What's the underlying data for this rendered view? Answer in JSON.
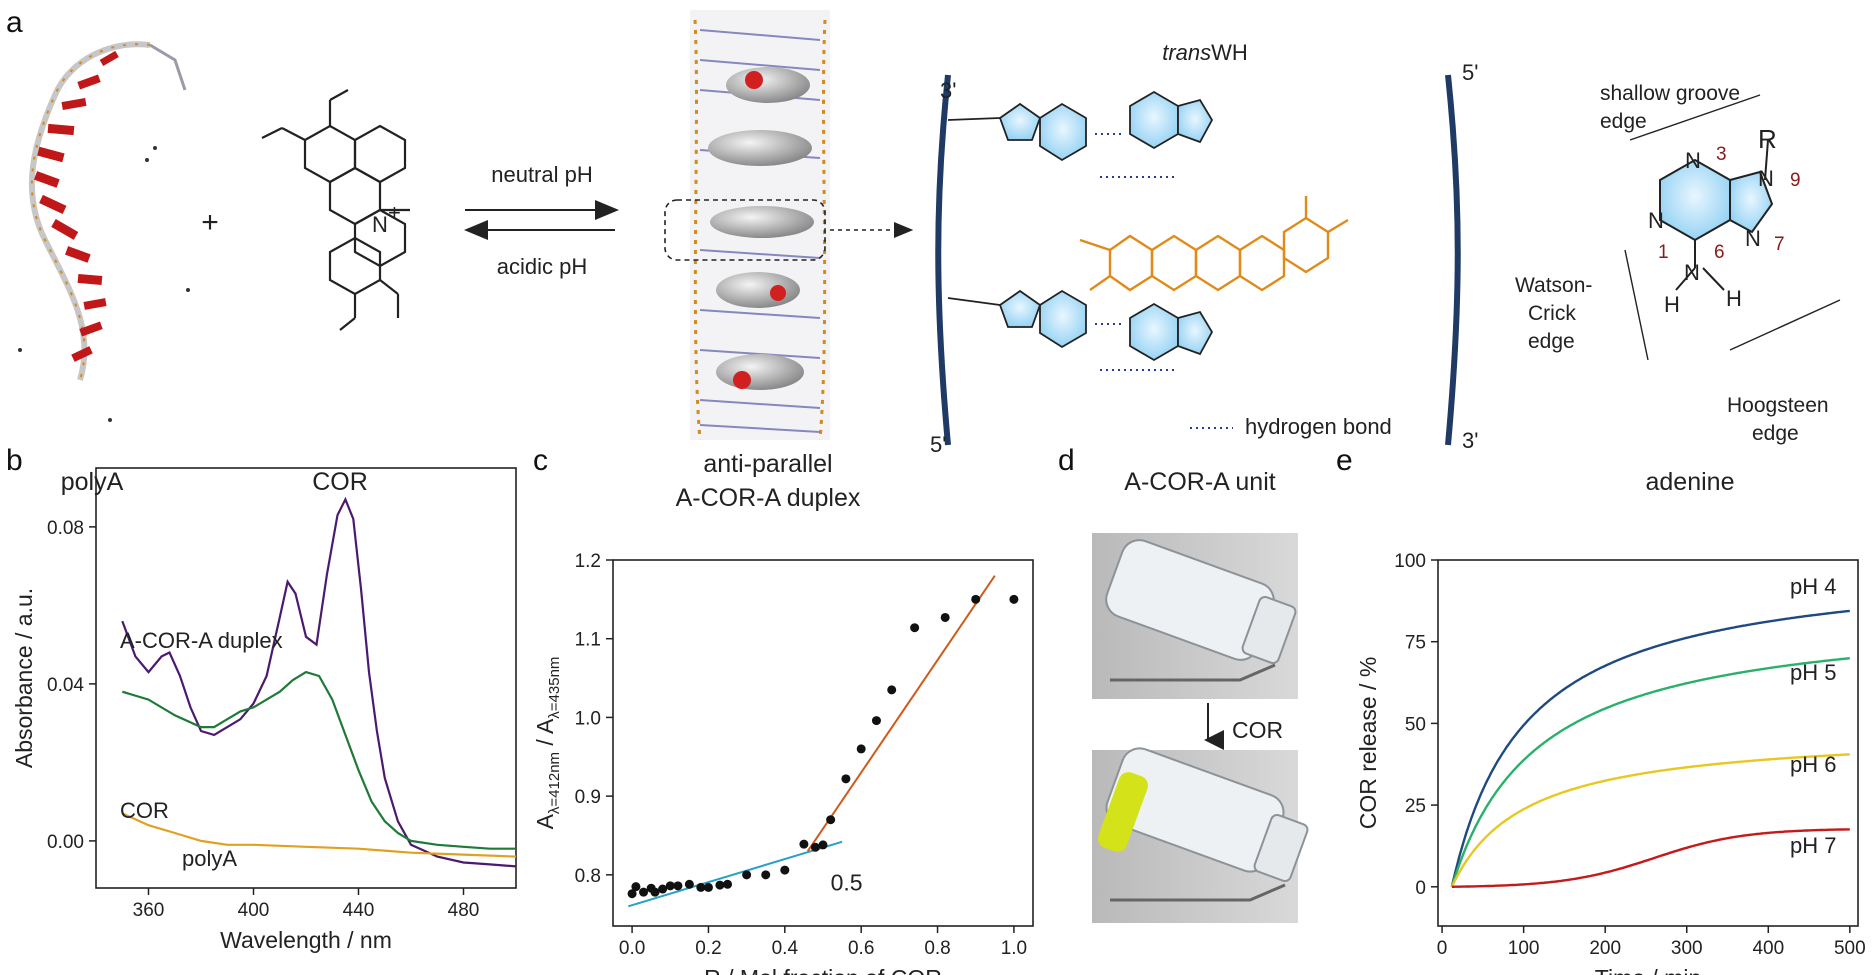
{
  "panel_letters": {
    "a": "a",
    "b": "b",
    "c": "c",
    "d": "d",
    "e": "e"
  },
  "panel_a": {
    "plus": "+",
    "captions": {
      "polyA": "polyA",
      "cor": "COR",
      "duplex_line1": "anti-parallel",
      "duplex_line2": "A-COR-A duplex",
      "unit": "A-COR-A unit",
      "adenine": "adenine"
    },
    "arrow_top": "neutral pH",
    "arrow_bottom": "acidic pH",
    "strand_ends": {
      "tl": "3'",
      "bl": "5'",
      "tr": "5'",
      "br": "3'"
    },
    "trans_prefix": "trans",
    "trans_suffix": "WH",
    "hbond_legend": "hydrogen bond",
    "adenine_edges": {
      "shallow_1": "shallow groove",
      "shallow_2": "edge",
      "wc_1": "Watson-",
      "wc_2": "Crick",
      "wc_3": "edge",
      "hoog_1": "Hoogsteen",
      "hoog_2": "edge"
    },
    "adenine_atoms": {
      "R": "R",
      "N3": "N",
      "N1": "N",
      "N9": "N",
      "N7": "N",
      "N6": "N",
      "H1": "H",
      "H2": "H"
    },
    "atom_numbers": {
      "n3": "3",
      "n1": "1",
      "n9": "9",
      "n7": "7",
      "n6": "6"
    },
    "cor_atoms": {
      "nplus": "N",
      "plus": "+"
    }
  },
  "panel_d": {
    "arrow_label": "COR"
  },
  "chart_data": [
    {
      "panel": "b",
      "type": "line",
      "xlabel": "Wavelength / nm",
      "ylabel": "Absorbance / a.u.",
      "xlim": [
        340,
        500
      ],
      "ylim": [
        -0.012,
        0.095
      ],
      "xticks": [
        360,
        400,
        440,
        480
      ],
      "yticks": [
        0.0,
        0.04,
        0.08
      ],
      "ytick_labels": [
        "0.00",
        "0.04",
        "0.08"
      ],
      "series": [
        {
          "name": "A-COR-A duplex",
          "color": "#4b1a70",
          "x": [
            350,
            355,
            360,
            365,
            368,
            372,
            376,
            380,
            385,
            390,
            395,
            400,
            405,
            410,
            413,
            416,
            420,
            424,
            428,
            432,
            435,
            438,
            441,
            444,
            447,
            450,
            455,
            460,
            470,
            480,
            490,
            500
          ],
          "y": [
            0.056,
            0.047,
            0.043,
            0.047,
            0.048,
            0.042,
            0.034,
            0.028,
            0.027,
            0.029,
            0.031,
            0.035,
            0.042,
            0.057,
            0.066,
            0.063,
            0.052,
            0.05,
            0.068,
            0.083,
            0.087,
            0.082,
            0.064,
            0.043,
            0.028,
            0.016,
            0.005,
            -0.001,
            -0.004,
            -0.0055,
            -0.006,
            -0.0065
          ]
        },
        {
          "name": "COR",
          "color": "#1f7a3a",
          "x": [
            350,
            360,
            370,
            380,
            385,
            390,
            395,
            400,
            405,
            410,
            415,
            420,
            425,
            430,
            435,
            440,
            445,
            450,
            455,
            460,
            470,
            480,
            490,
            500
          ],
          "y": [
            0.038,
            0.036,
            0.032,
            0.029,
            0.029,
            0.031,
            0.033,
            0.034,
            0.036,
            0.038,
            0.041,
            0.043,
            0.042,
            0.036,
            0.027,
            0.018,
            0.01,
            0.005,
            0.002,
            0.0,
            -0.001,
            -0.0015,
            -0.002,
            -0.002
          ]
        },
        {
          "name": "polyA",
          "color": "#e0a020",
          "x": [
            350,
            360,
            370,
            380,
            390,
            400,
            420,
            440,
            460,
            480,
            500
          ],
          "y": [
            0.007,
            0.004,
            0.002,
            0.0,
            -0.001,
            -0.001,
            -0.0015,
            -0.002,
            -0.003,
            -0.0035,
            -0.004
          ]
        }
      ]
    },
    {
      "panel": "c",
      "type": "scatter",
      "xlabel": "R / Mol fraction of COR",
      "ylabel_main": "A",
      "ylabel_sub1": "λ=412nm",
      "ylabel_mid": " / A",
      "ylabel_sub2": "λ=435nm",
      "xlim": [
        -0.05,
        1.05
      ],
      "ylim": [
        0.75,
        1.2
      ],
      "xticks": [
        0.0,
        0.2,
        0.4,
        0.6,
        0.8,
        1.0
      ],
      "xtick_labels": [
        "0.0",
        "0.2",
        "0.4",
        "0.6",
        "0.8",
        "1.0"
      ],
      "yticks": [
        0.8,
        0.9,
        1.0,
        1.1,
        1.2
      ],
      "ytick_labels": [
        "0.8",
        "0.9",
        "1.0",
        "1.1",
        "1.2"
      ],
      "annotation": "0.5",
      "points": {
        "x": [
          0.0,
          0.01,
          0.03,
          0.05,
          0.06,
          0.08,
          0.1,
          0.12,
          0.15,
          0.18,
          0.2,
          0.23,
          0.25,
          0.3,
          0.35,
          0.4,
          0.45,
          0.48,
          0.5,
          0.52,
          0.56,
          0.6,
          0.64,
          0.68,
          0.74,
          0.82,
          0.9,
          1.0
        ],
        "y": [
          0.776,
          0.785,
          0.778,
          0.783,
          0.778,
          0.782,
          0.786,
          0.786,
          0.788,
          0.784,
          0.784,
          0.787,
          0.788,
          0.8,
          0.8,
          0.806,
          0.839,
          0.835,
          0.838,
          0.87,
          0.922,
          0.96,
          0.996,
          1.035,
          1.114,
          1.127,
          1.15,
          1.15
        ]
      },
      "fit_lines": [
        {
          "color": "#2aa0c8",
          "x": [
            -0.01,
            0.55
          ],
          "y": [
            0.76,
            0.842
          ]
        },
        {
          "color": "#d05a1a",
          "x": [
            0.46,
            0.95
          ],
          "y": [
            0.83,
            1.18
          ]
        }
      ]
    },
    {
      "panel": "e",
      "type": "line",
      "xlabel": "Time / min",
      "ylabel": "COR release / %",
      "xlim": [
        -5,
        510
      ],
      "ylim": [
        -12,
        100
      ],
      "xticks": [
        0,
        100,
        200,
        300,
        400,
        500
      ],
      "yticks": [
        0,
        25,
        50,
        75,
        100
      ],
      "series": [
        {
          "name": "pH 4",
          "color": "#1e4a80",
          "model": "hyper",
          "a": 100,
          "k": 90,
          "t0": 12
        },
        {
          "name": "pH 5",
          "color": "#2ab06a",
          "model": "hyper",
          "a": 85,
          "k": 105,
          "t0": 12
        },
        {
          "name": "pH 6",
          "color": "#e8c820",
          "model": "hyper",
          "a": 48,
          "k": 90,
          "t0": 12
        },
        {
          "name": "pH 7",
          "color": "#c41a1a",
          "model": "sig",
          "a": 18,
          "mid": 260,
          "w": 55,
          "t0": 12
        }
      ]
    }
  ]
}
